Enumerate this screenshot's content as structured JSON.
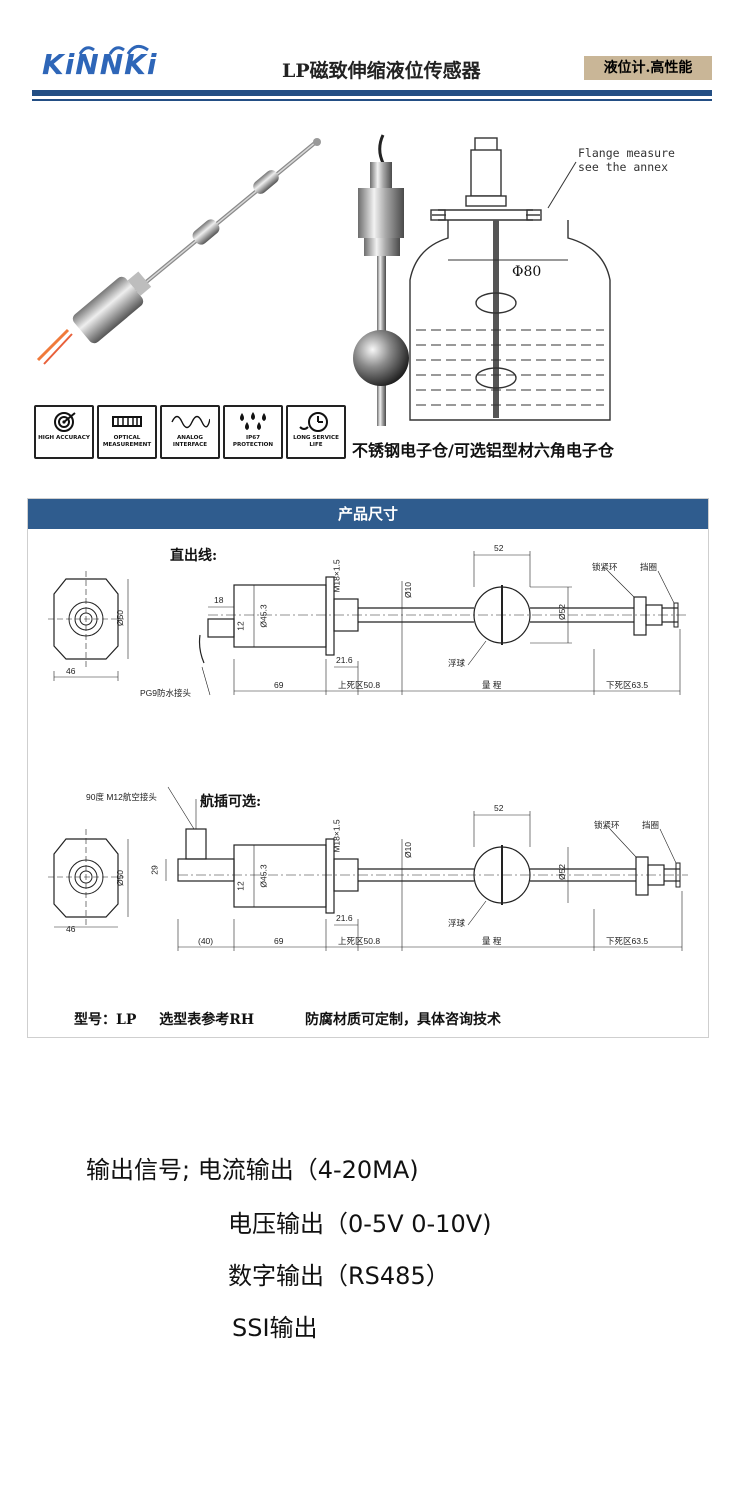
{
  "header": {
    "brand": "KiNNKi",
    "title": "LP磁致伸缩液位传感器",
    "tagline": "液位计.高性能"
  },
  "photos": {
    "flange_note_line1": "Flange measure",
    "flange_note_line2": "see the annex",
    "diameter": "Φ80",
    "caption": "不锈钢电子仓/可选铝型材六角电子仓"
  },
  "features": [
    {
      "label": "HIGH ACCURACY",
      "icon": "target-icon"
    },
    {
      "label": "OPTICAL MEASUREMENT",
      "icon": "scale-icon"
    },
    {
      "label": "ANALOG INTERFACE",
      "icon": "wave-icon"
    },
    {
      "label": "IP67 PROTECTION",
      "icon": "droplets-icon"
    },
    {
      "label": "LONG SERVICE LIFE",
      "icon": "clock-icon"
    }
  ],
  "dimensions": {
    "bar_title": "产品尺寸",
    "d1": {
      "label": "直出线:",
      "d46": "46",
      "d50": "Ø50",
      "d18": "18",
      "d12": "12",
      "d453": "Ø45.3",
      "m18": "M18×1.5",
      "d216": "21.6",
      "d10": "Ø10",
      "d52top": "52",
      "d52side": "Ø52",
      "lockring": "锁紧环",
      "stopring": "挡圈",
      "float": "浮球",
      "pg9": "PG9防水接头",
      "d69": "69",
      "top_dead": "上死区50.8",
      "range": "量 程",
      "bottom_dead": "下死区63.5"
    },
    "d2": {
      "label": "航插可选:",
      "m12": "90度 M12航空接头",
      "d46": "46",
      "d50": "Ø50",
      "d29": "29",
      "d12": "12",
      "d453": "Ø45.3",
      "m18": "M18×1.5",
      "d216": "21.6",
      "d10": "Ø10",
      "d52top": "52",
      "d52side": "Ø52",
      "lockring": "锁紧环",
      "stopring": "挡圈",
      "float": "浮球",
      "d40": "(40)",
      "d69": "69",
      "top_dead": "上死区50.8",
      "range": "量 程",
      "bottom_dead": "下死区63.5"
    },
    "model": "型号：LP",
    "select": "选型表参考RH",
    "note": "防腐材质可定制，具体咨询技术"
  },
  "outputs": {
    "line1": "输出信号; 电流输出（4-20MA)",
    "line2": "电压输出（0-5V    0-10V)",
    "line3": "数字输出（RS485）",
    "line4": "SSI输出"
  },
  "colors": {
    "brand_blue": "#2e66b8",
    "rule_blue": "#234e84",
    "bar_blue": "#2f5c8e",
    "tag_tan": "#c9b697"
  }
}
